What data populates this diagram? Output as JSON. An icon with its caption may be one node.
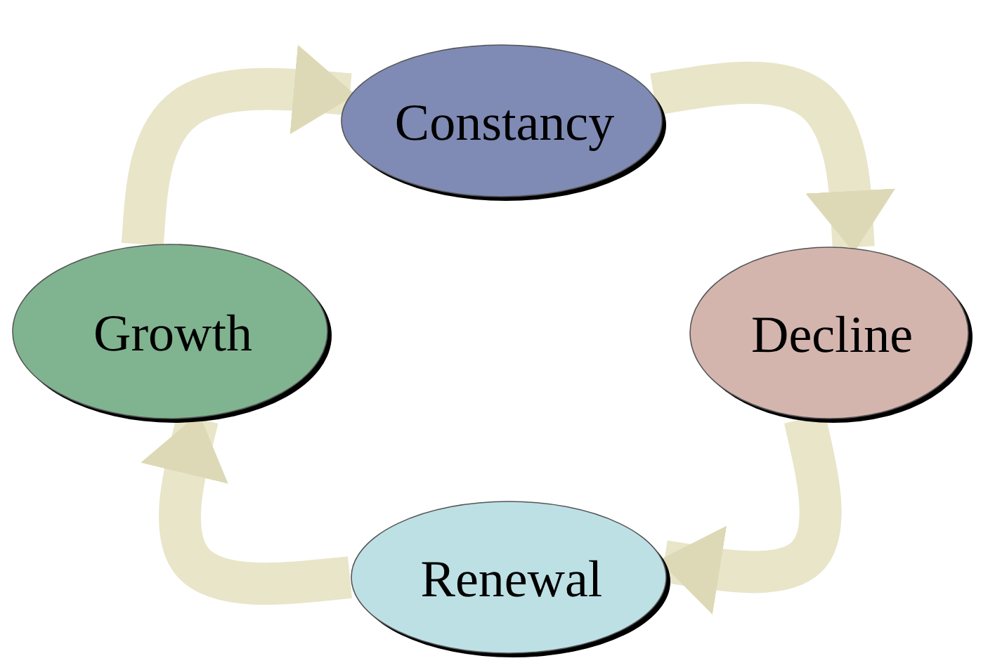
{
  "diagram": {
    "nodes": [
      {
        "text": [
          "Constancy"
        ]
      },
      {
        "text": [
          "Decline"
        ]
      },
      {
        "text": [
          "Renewal"
        ]
      },
      {
        "text": [
          "Growth"
        ]
      }
    ],
    "edges": [
      {
        "from": 0,
        "to": 1,
        "arrow": "to"
      },
      {
        "from": 1,
        "to": 2,
        "arrow": "to"
      },
      {
        "from": 2,
        "to": 3,
        "arrow": "to"
      },
      {
        "from": 3,
        "to": 0,
        "arrow": "to"
      }
    ]
  }
}
